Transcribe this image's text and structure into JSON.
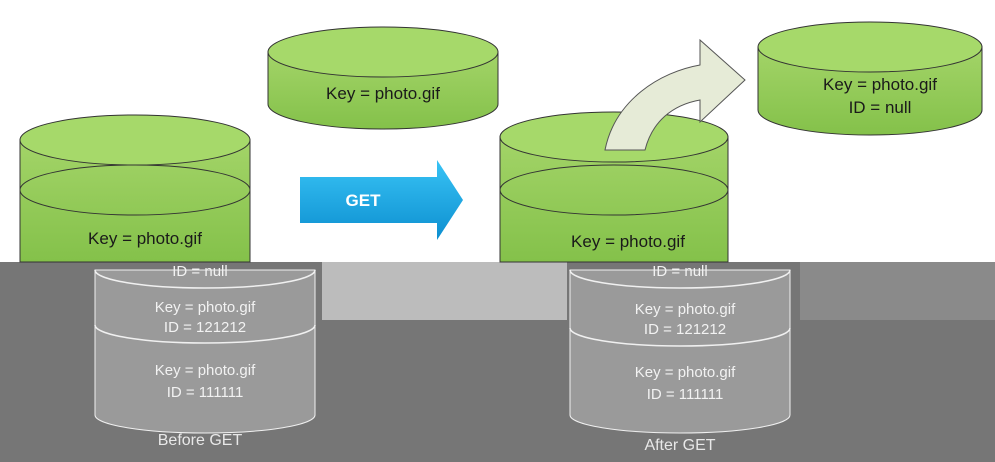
{
  "objects": {
    "floating_top": "Key = photo.gif",
    "before_top": "Key = photo.gif",
    "before_top_id": "ID = null",
    "before_mid": "Key = photo.gif",
    "before_mid_id": "ID = 121212",
    "before_bottom": "Key = photo.gif",
    "before_bottom_id": "ID = 111111",
    "after_top": "Key = photo.gif",
    "after_top_id": "ID = null",
    "after_mid": "Key = photo.gif",
    "after_mid_id": "ID = 121212",
    "after_bottom": "Key = photo.gif",
    "after_bottom_id": "ID = 111111",
    "returned_key": "Key = photo.gif",
    "returned_id": "ID = null"
  },
  "action": {
    "get_label": "GET"
  },
  "captions": {
    "before": "Before GET",
    "after": "After GET"
  },
  "colors": {
    "green": "#8ccc4e",
    "green_top": "#a6d96a",
    "arrow_blue": "#1aa7e6",
    "curved_arrow": "#e8ecd8",
    "gray_band": "#7a7a7a"
  }
}
